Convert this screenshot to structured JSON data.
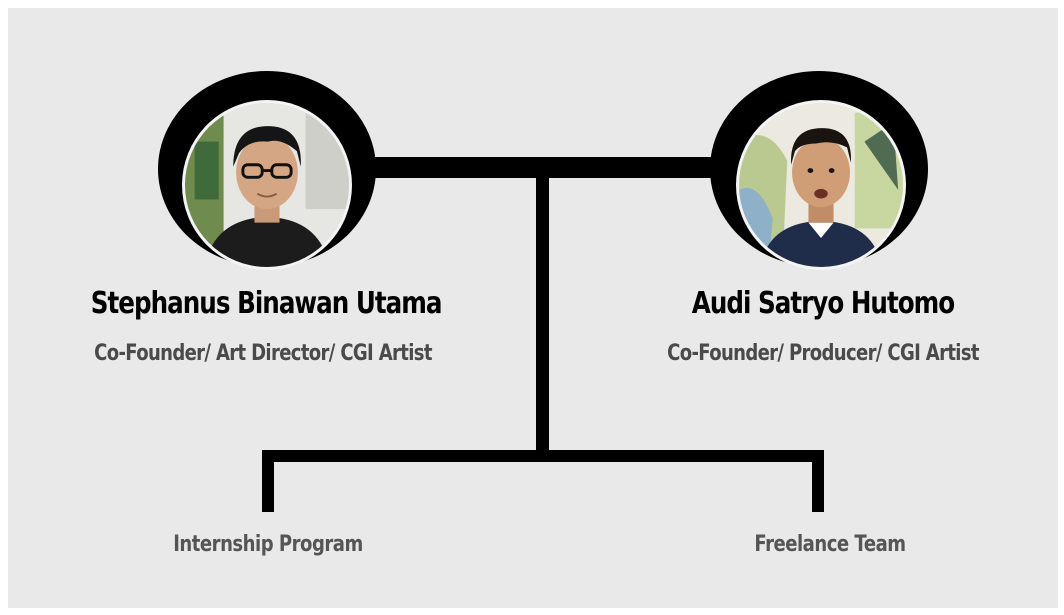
{
  "founders": [
    {
      "name": "Stephanus Binawan Utama",
      "role": "Co-Founder/ Art Director/ CGI Artist",
      "avatar_icon": "person-photo-avatar"
    },
    {
      "name": "Audi Satryo Hutomo",
      "role": "Co-Founder/ Producer/ CGI Artist",
      "avatar_icon": "person-photo-avatar"
    }
  ],
  "branches": [
    {
      "label": "Internship Program"
    },
    {
      "label": "Freelance Team"
    }
  ],
  "colors": {
    "background": "#e9e9e9",
    "lines": "#000000",
    "name_text": "#000000",
    "role_text": "#4a4a4a",
    "branch_text": "#555555"
  }
}
